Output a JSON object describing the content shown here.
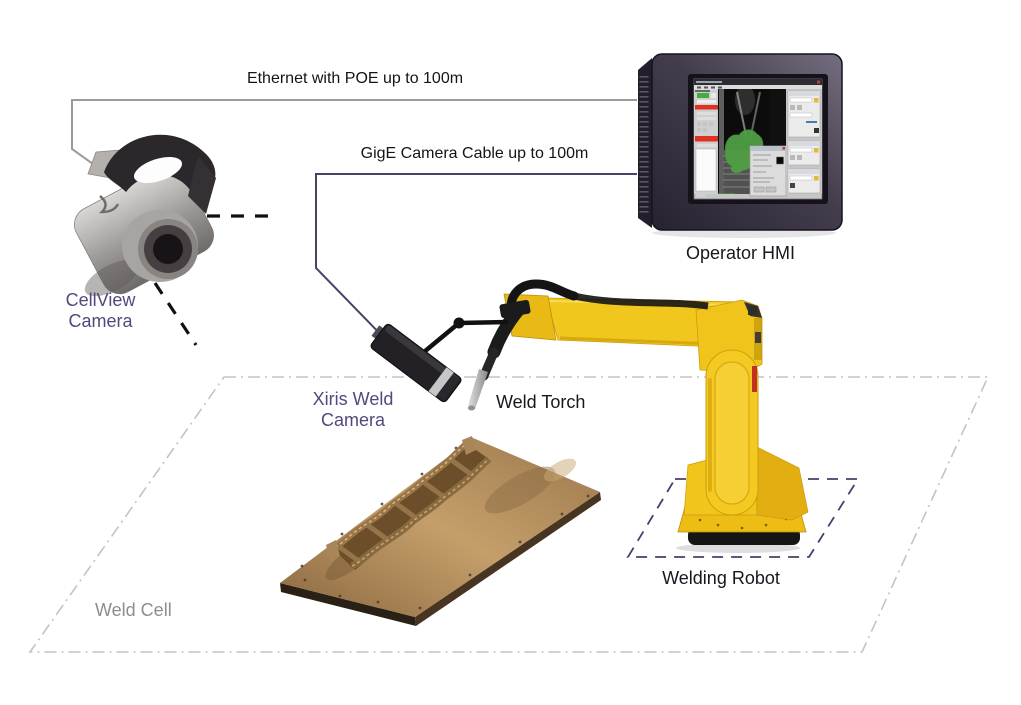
{
  "labels": {
    "ethernet_cable": "Ethernet with POE up to 100m",
    "gige_cable": "GigE Camera Cable up to 100m",
    "cellview_camera_line1": "CellView",
    "cellview_camera_line2": "Camera",
    "operator_hmi": "Operator HMI",
    "xiris_camera_line1": "Xiris Weld",
    "xiris_camera_line2": "Camera",
    "weld_torch": "Weld Torch",
    "welding_robot": "Welding Robot",
    "weld_cell": "Weld Cell"
  },
  "connections": [
    {
      "from": "CellView Camera",
      "to": "Operator HMI",
      "label": "Ethernet with POE up to 100m",
      "line_color": "#9b9b9b"
    },
    {
      "from": "Xiris Weld Camera",
      "to": "Operator HMI",
      "label": "GigE Camera Cable up to 100m",
      "line_color": "#4d4065"
    }
  ],
  "colors": {
    "purple_label": "#55477c",
    "gray_label": "#8d8d8d",
    "black_label": "#17171f",
    "ethernet_line": "#9b9b9b",
    "gige_line": "#4d4065",
    "weld_cell_boundary": "#c3c3c3",
    "robot_footprint_dash": "#4a3d6e",
    "robot_yellow": "#f2c71d",
    "hmi_overlay_green": "#4f9e43",
    "hmi_alert_red": "#e03222",
    "background": "#ffffff"
  }
}
